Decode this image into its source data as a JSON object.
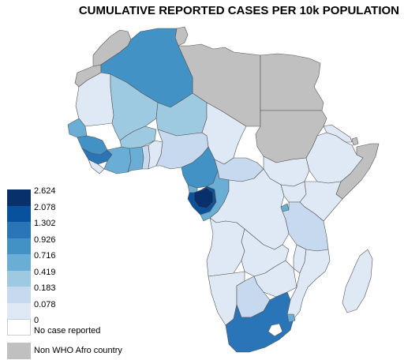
{
  "title": "CUMULATIVE REPORTED CASES PER 10k POPULATION",
  "colors": {
    "ocean": "#ffffff",
    "border": "#555555",
    "non_who": "#c0c0c0",
    "c0": "#dfe9f5",
    "c1": "#c6d9ee",
    "c2": "#9ecae1",
    "c3": "#6aaed6",
    "c4": "#4292c6",
    "c5": "#2a74b8",
    "c6": "#08519c",
    "c7": "#08306b"
  },
  "legend": {
    "items": [
      {
        "label": "2.624",
        "color": "#08306b"
      },
      {
        "label": "2.078",
        "color": "#08519c"
      },
      {
        "label": "1.302",
        "color": "#2a74b8"
      },
      {
        "label": "0.926",
        "color": "#4292c6"
      },
      {
        "label": "0.716",
        "color": "#6aaed6"
      },
      {
        "label": "0.419",
        "color": "#9ecae1"
      },
      {
        "label": "0.183",
        "color": "#c6d9ee"
      },
      {
        "label": "0.078",
        "color": "#dfe9f5"
      }
    ],
    "zero_label": "0",
    "zero_sub": "No case reported",
    "non_who_label": "Non WHO Afro country"
  },
  "regions": [
    {
      "name": "morocco",
      "fill": "non_who"
    },
    {
      "name": "western-sahara",
      "fill": "non_who"
    },
    {
      "name": "algeria",
      "fill": "c4"
    },
    {
      "name": "tunisia",
      "fill": "non_who"
    },
    {
      "name": "libya",
      "fill": "non_who"
    },
    {
      "name": "egypt",
      "fill": "non_who"
    },
    {
      "name": "sudan",
      "fill": "non_who"
    },
    {
      "name": "somalia",
      "fill": "non_who"
    },
    {
      "name": "djibouti",
      "fill": "non_who"
    },
    {
      "name": "mauritania",
      "fill": "c0"
    },
    {
      "name": "mali",
      "fill": "c2"
    },
    {
      "name": "niger",
      "fill": "c2"
    },
    {
      "name": "chad",
      "fill": "c0"
    },
    {
      "name": "senegal",
      "fill": "c3"
    },
    {
      "name": "guinea",
      "fill": "c4"
    },
    {
      "name": "sierra-leone",
      "fill": "c5"
    },
    {
      "name": "liberia",
      "fill": "c0"
    },
    {
      "name": "cote-divoire",
      "fill": "c3"
    },
    {
      "name": "burkina-faso",
      "fill": "c2"
    },
    {
      "name": "ghana",
      "fill": "c3"
    },
    {
      "name": "togo",
      "fill": "c1"
    },
    {
      "name": "benin",
      "fill": "c0"
    },
    {
      "name": "nigeria",
      "fill": "c1"
    },
    {
      "name": "cameroon",
      "fill": "c4"
    },
    {
      "name": "car",
      "fill": "c1"
    },
    {
      "name": "south-sudan",
      "fill": "c0"
    },
    {
      "name": "ethiopia",
      "fill": "c0"
    },
    {
      "name": "eritrea",
      "fill": "c0"
    },
    {
      "name": "equatorial-guinea",
      "fill": "c3"
    },
    {
      "name": "gabon",
      "fill": "c6"
    },
    {
      "name": "gabon-core",
      "fill": "c7"
    },
    {
      "name": "congo",
      "fill": "c3"
    },
    {
      "name": "drc",
      "fill": "c0"
    },
    {
      "name": "uganda",
      "fill": "c0"
    },
    {
      "name": "kenya",
      "fill": "c0"
    },
    {
      "name": "rwanda",
      "fill": "c3"
    },
    {
      "name": "tanzania",
      "fill": "c1"
    },
    {
      "name": "angola",
      "fill": "c0"
    },
    {
      "name": "zambia",
      "fill": "c0"
    },
    {
      "name": "malawi",
      "fill": "c0"
    },
    {
      "name": "mozambique",
      "fill": "c0"
    },
    {
      "name": "zimbabwe",
      "fill": "c0"
    },
    {
      "name": "namibia",
      "fill": "c0"
    },
    {
      "name": "botswana",
      "fill": "c1"
    },
    {
      "name": "south-africa",
      "fill": "c5"
    },
    {
      "name": "lesotho",
      "fill": "ocean"
    },
    {
      "name": "swaziland",
      "fill": "c3"
    },
    {
      "name": "madagascar",
      "fill": "c0"
    }
  ]
}
